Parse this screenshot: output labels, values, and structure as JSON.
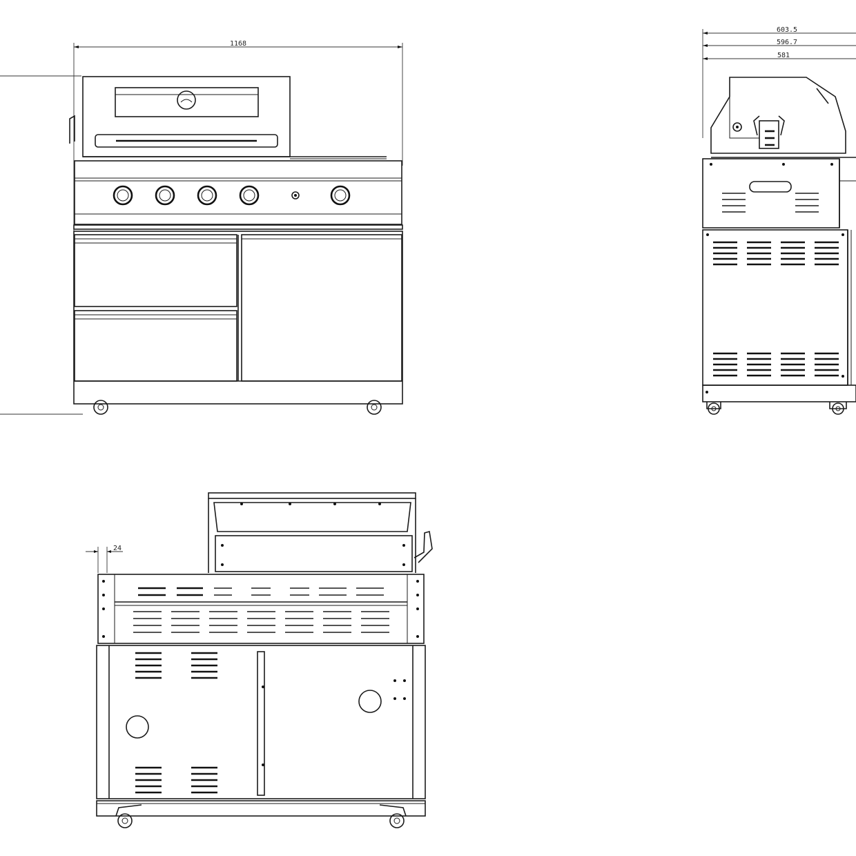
{
  "dimensions": {
    "front_width": "1168",
    "side_depth_outer": "603.5",
    "side_depth_mid": "596.7",
    "side_depth_inner": "581",
    "rear_offset": "24"
  },
  "colors": {
    "line": "#1a1a1a",
    "background": "#ffffff"
  }
}
